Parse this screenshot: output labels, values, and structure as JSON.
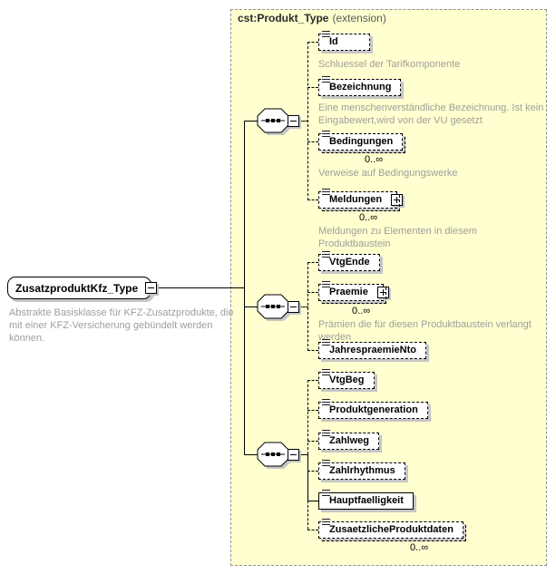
{
  "root_node": {
    "label": "ZusatzproduktKfz_Type",
    "description": "Abstrakte Basisklasse für KFZ-Zusatzprodukte, die mit einer KFZ-Versicherung gebündelt werden können."
  },
  "extension": {
    "title": "cst:Produkt_Type",
    "title_suffix": "(extension)",
    "elements": [
      {
        "label": "Id",
        "description": "Schluessel der Tarifkomponente"
      },
      {
        "label": "Bezeichnung",
        "description": "Eine menschenverständliche Bezeichnung. Ist kein Eingabewert,wird von der VU gesetzt"
      },
      {
        "label": "Bedingungen",
        "occurs": "0..∞",
        "description": "Verweise auf Bedingungswerke"
      },
      {
        "label": "Meldungen",
        "occurs": "0..∞",
        "description": "Meldungen zu Elementen in diesem Produktbaustein"
      },
      {
        "label": "VtgEnde"
      },
      {
        "label": "Praemie",
        "occurs": "0..∞",
        "description": "Prämien die für diesen Produktbaustein verlangt werden"
      },
      {
        "label": "JahrespraemieNto"
      },
      {
        "label": "VtgBeg"
      },
      {
        "label": "Produktgeneration"
      },
      {
        "label": "Zahlweg"
      },
      {
        "label": "Zahlrhythmus"
      },
      {
        "label": "Hauptfaelligkeit"
      },
      {
        "label": "ZusaetzlicheProduktdaten",
        "occurs": "0..∞"
      }
    ]
  },
  "colors": {
    "frame_background": "#FFFFCF",
    "frame_border": "#8F8F8F",
    "shadow": "#C6C6C6",
    "annotation_text": "#9E9E9E",
    "connector": "#000000"
  }
}
